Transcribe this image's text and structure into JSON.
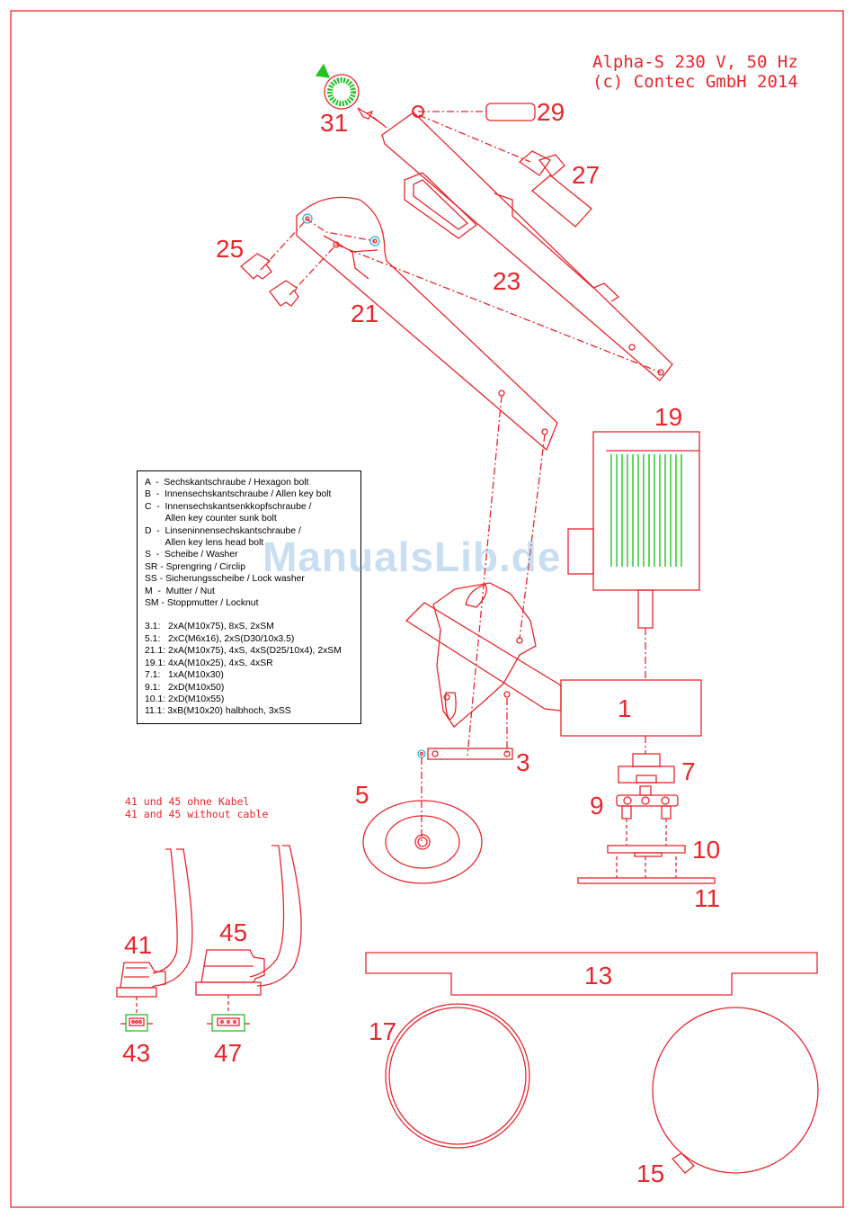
{
  "title": {
    "line1": "Alpha-S 230 V, 50 Hz",
    "line2": "(c) Contec GmbH 2014"
  },
  "parts": {
    "p1": "1",
    "p3": "3",
    "p5": "5",
    "p7": "7",
    "p9": "9",
    "p10": "10",
    "p11": "11",
    "p13": "13",
    "p15": "15",
    "p17": "17",
    "p19": "19",
    "p21": "21",
    "p23": "23",
    "p25": "25",
    "p27": "27",
    "p29": "29",
    "p31": "31",
    "p41": "41",
    "p43": "43",
    "p45": "45",
    "p47": "47"
  },
  "cable_note": {
    "line1": "41 und 45 ohne Kabel",
    "line2": "41 and 45 without cable"
  },
  "legend": {
    "a": "A  -  Sechskantschraube / Hexagon bolt",
    "b": "B  -  Innensechskantschraube / Allen key bolt",
    "c1": "C  -  Innensechskantsenkkopfschraube /",
    "c2": "        Allen key counter sunk bolt",
    "d1": "D  -  Linseninnensechskantschraube /",
    "d2": "        Allen key lens head bolt",
    "s": "S  -  Scheibe / Washer",
    "sr": "SR - Sprengring / Circlip",
    "ss": "SS - Sicherungsscheibe / Lock washer",
    "m": "M  -  Mutter / Nut",
    "sm": "SM - Stoppmutter / Locknut",
    "r31": "3.1:   2xA(M10x75), 8xS, 2xSM",
    "r51": "5.1:   2xC(M6x16), 2xS(D30/10x3.5)",
    "r211": "21.1: 2xA(M10x75), 4xS, 4xS(D25/10x4), 2xSM",
    "r191": "19.1: 4xA(M10x25), 4xS, 4xSR",
    "r71": "7.1:   1xA(M10x30)",
    "r91": "9.1:   2xD(M10x50)",
    "r101": "10.1: 2xD(M10x55)",
    "r111": "11.1: 3xB(M10x20) halbhoch, 3xSS"
  },
  "watermark": "ManualsLib.de",
  "colors": {
    "line": "#e8262b",
    "motor_fins": "#22c322",
    "accent_cyan": "#24b8d8",
    "legend_border": "#000000"
  }
}
